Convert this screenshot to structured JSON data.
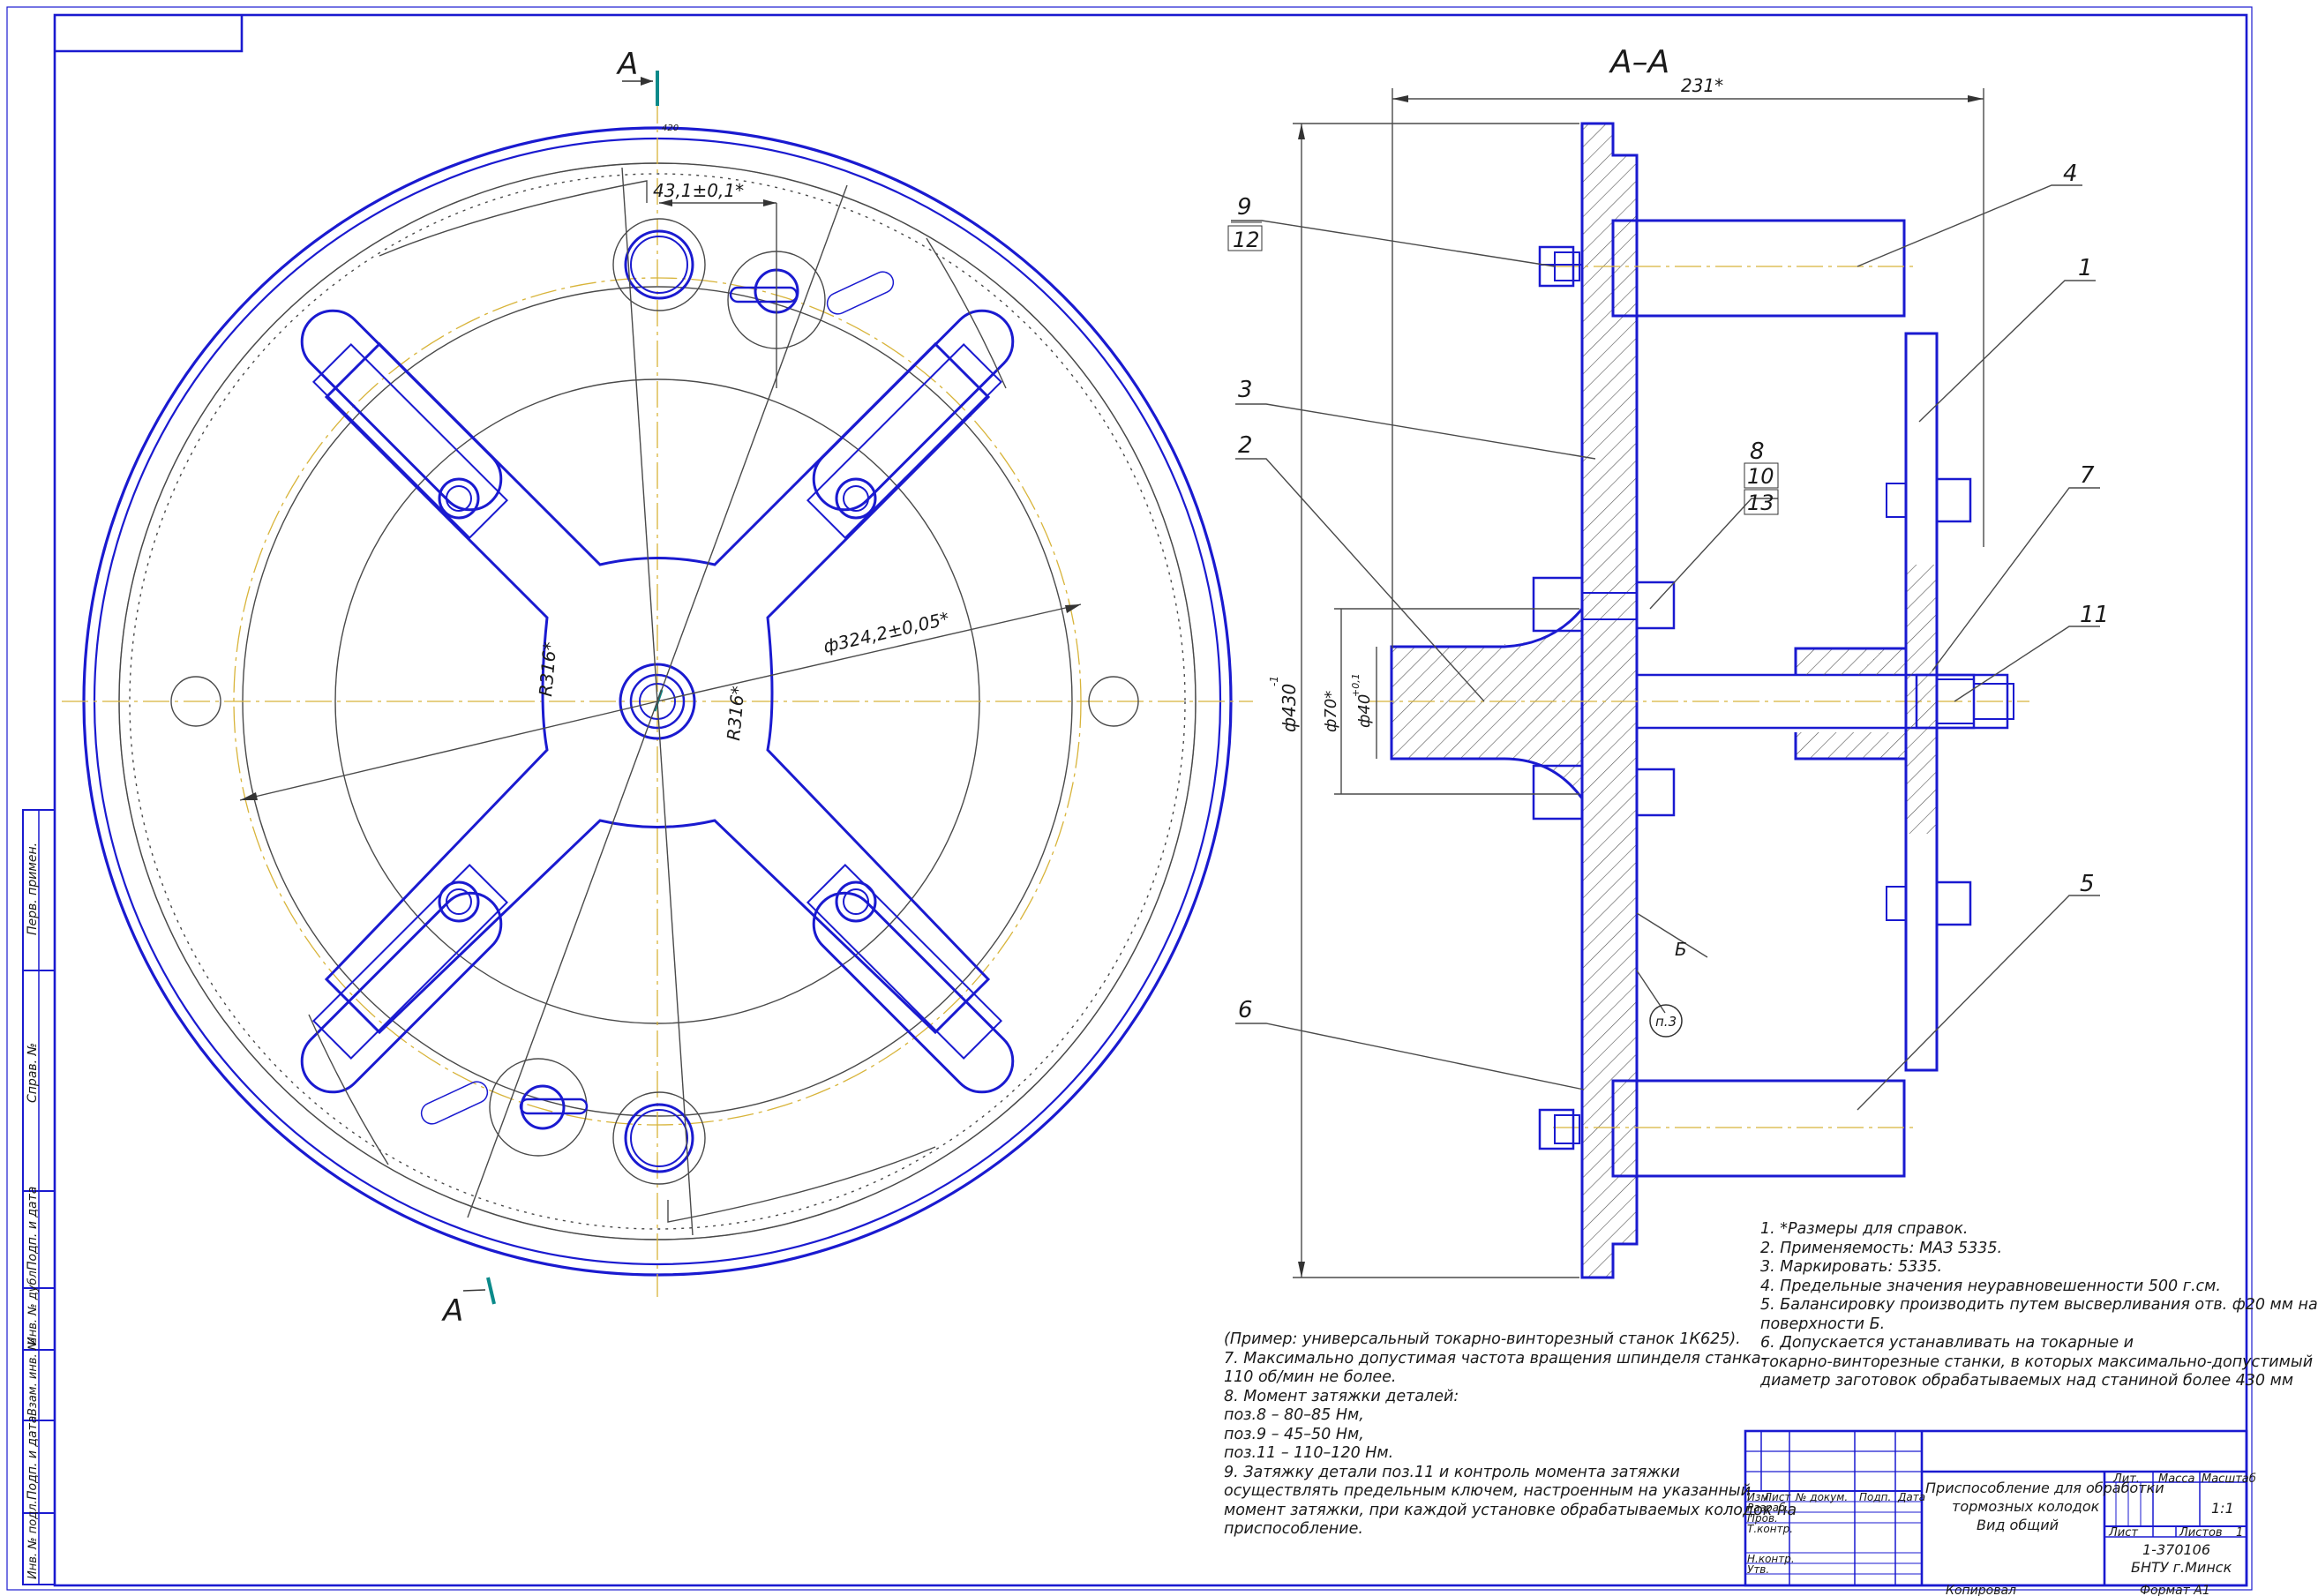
{
  "section": {
    "title": "А–А",
    "cut_label_top": "А",
    "cut_label_bottom": "А"
  },
  "dimensions": {
    "width_ref": "231*",
    "dia_430": "ф430",
    "dia_430_tol": "-1",
    "dia_70": "ф70*",
    "dia_40": "ф40",
    "dia_40_tol": "+0,1",
    "spacing": "43,1±0,1*",
    "dia_324": "ф324,2±0,05*",
    "radius_1": "R316*",
    "radius_2": "R316*",
    "marker_top": "420"
  },
  "callouts": {
    "p9": "9",
    "p12": "12",
    "p4": "4",
    "p1": "1",
    "p3": "3",
    "p2": "2",
    "p8": "8",
    "p10": "10",
    "p13": "13",
    "p7": "7",
    "p11": "11",
    "p5": "5",
    "p6": "6",
    "surface_b": "Б",
    "note_ref": "п.3"
  },
  "notes_right": [
    "1. *Размеры для справок.",
    "2. Применяемость: МАЗ 5335.",
    "3. Маркировать: 5335.",
    "4. Предельные значения неуравновешенности 500 г.см.",
    "5. Балансировку производить путем высверливания отв. ф20 мм на",
    "поверхности Б.",
    "6. Допускается    устанавливать    на    токарные    и",
    "токарно-винторезные станки, в которых максимально-допустимый",
    "диаметр заготовок обрабатываемых над станиной  более 430 мм"
  ],
  "notes_left": [
    "(Пример: универсальный токарно-винторезный станок 1К625).",
    "7. Максимально допустимая частота вращения шпинделя станка-",
    "110 об/мин не более.",
    "8. Момент  затяжки  деталей:",
    "поз.8 – 80–85 Нм,",
    "поз.9 – 45–50 Нм,",
    "поз.11 – 110–120 Нм.",
    "9. Затяжку   детали   поз.11   и   контроль  момента   затяжки",
    "осуществлять  предельным  ключем,  настроенным  на  указанный",
    "момент затяжки, при каждой установке обрабатываемых колодок на",
    "приспособление."
  ],
  "title_block": {
    "name_line1": "Приспособление для обработки",
    "name_line2": "тормозных колодок",
    "name_line3": "Вид общий",
    "doc_number": "1-370106",
    "org": "БНТУ г.Минск",
    "lit": "Лит.",
    "mass": "Масса",
    "scale": "Масштаб",
    "scale_value": "1:1",
    "sheet": "Лист",
    "sheets": "Листов",
    "sheets_value": "1",
    "col_izm": "Изм",
    "col_list": "Лист",
    "col_doc": "№ докум.",
    "col_sign": "Подп.",
    "col_date": "Дата",
    "row_razrab": "Разраб.",
    "row_prov": "Пров.",
    "row_tkontr": "Т.контр.",
    "row_nkontr": "Н.контр.",
    "row_utv": "Утв.",
    "copied": "Копировал",
    "format": "Формат  А1"
  },
  "side_stamp": [
    "Перв. примен.",
    "Справ. №",
    "Подп. и дата",
    "Инв. № дубл.",
    "Взам. инв. №",
    "Подп. и дата",
    "Инв. № подл."
  ]
}
